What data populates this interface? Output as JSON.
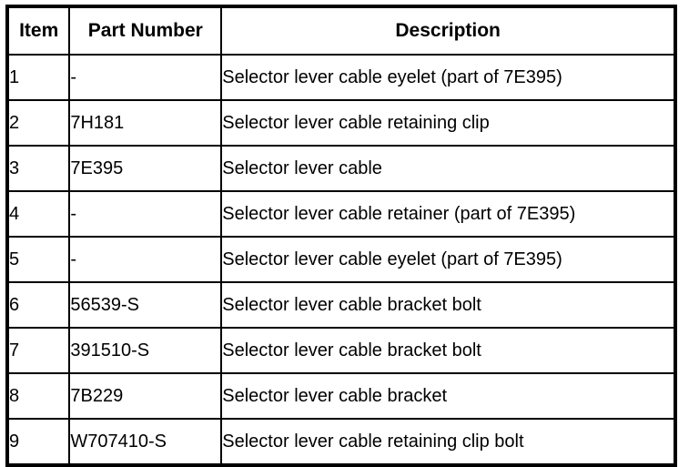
{
  "table": {
    "columns": [
      {
        "key": "item",
        "label": "Item",
        "align": "center"
      },
      {
        "key": "part_number",
        "label": "Part Number",
        "align": "center"
      },
      {
        "key": "description",
        "label": "Description",
        "align": "center"
      }
    ],
    "rows": [
      {
        "item": "1",
        "part_number": "-",
        "description": "Selector lever cable eyelet (part of 7E395)"
      },
      {
        "item": "2",
        "part_number": "7H181",
        "description": "Selector lever cable retaining clip"
      },
      {
        "item": "3",
        "part_number": "7E395",
        "description": "Selector lever cable"
      },
      {
        "item": "4",
        "part_number": "-",
        "description": "Selector lever cable retainer (part of 7E395)"
      },
      {
        "item": "5",
        "part_number": "-",
        "description": "Selector lever cable eyelet (part of 7E395)"
      },
      {
        "item": "6",
        "part_number": "56539-S",
        "description": "Selector lever cable bracket bolt"
      },
      {
        "item": "7",
        "part_number": "391510-S",
        "description": "Selector lever cable bracket bolt"
      },
      {
        "item": "8",
        "part_number": "7B229",
        "description": "Selector lever cable bracket"
      },
      {
        "item": "9",
        "part_number": "W707410-S",
        "description": "Selector lever cable retaining clip bolt"
      }
    ]
  },
  "style": {
    "border_color": "#000000",
    "background_color": "#ffffff",
    "text_color": "#000000"
  }
}
